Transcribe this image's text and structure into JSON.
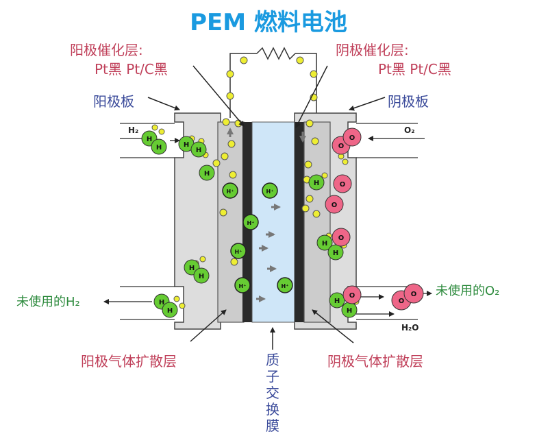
{
  "title": "PEM 燃料电池",
  "labels": {
    "anode_catalyst_title": "阳极催化层:",
    "anode_catalyst_sub": "Pt黑 Pt/C黑",
    "cathode_catalyst_title": "阴极催化层:",
    "cathode_catalyst_sub": "Pt黑 Pt/C黑",
    "anode_plate": "阳极板",
    "cathode_plate": "阴极板",
    "unused_h2": "未使用的H₂",
    "unused_o2": "未使用的O₂",
    "anode_gdl": "阳极气体扩散层",
    "cathode_gdl": "阴极气体扩散层",
    "membrane_chars": [
      "质",
      "子",
      "交",
      "换",
      "膜"
    ],
    "h2_in": "H₂",
    "o2_in": "O₂",
    "h2o_out": "H₂O"
  },
  "glyphs": {
    "h": "H",
    "o": "O",
    "hplus": "H⁺"
  },
  "colors": {
    "title": "#1a9ae0",
    "catalyst_label": "#c0405a",
    "plate_label": "#3a4a9a",
    "unused_label": "#2e8b3e",
    "h_fill": "#66cc33",
    "o_fill": "#ee6688",
    "electron": "#eeee33",
    "membrane": "#cfe6f8",
    "catalyst_layer": "#2a2a2a",
    "gdl": "#cccccc"
  }
}
